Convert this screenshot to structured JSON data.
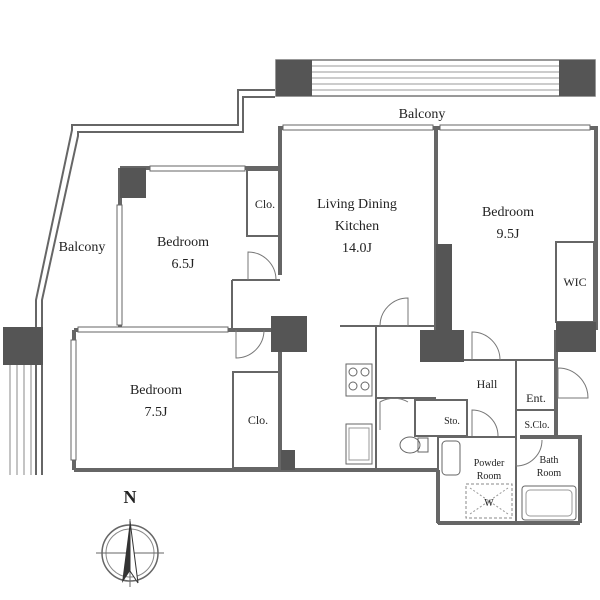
{
  "floor_plan": {
    "rooms": {
      "balcony_top": "Balcony",
      "balcony_left": "Balcony",
      "bedroom_nw_name": "Bedroom",
      "bedroom_nw_size": "6.5J",
      "closet_nw": "Clo.",
      "ldk_line1": "Living Dining",
      "ldk_line2": "Kitchen",
      "ldk_size": "14.0J",
      "bedroom_ne_name": "Bedroom",
      "bedroom_ne_size": "9.5J",
      "wic": "WIC",
      "bedroom_sw_name": "Bedroom",
      "bedroom_sw_size": "7.5J",
      "closet_sw": "Clo.",
      "hall": "Hall",
      "storage": "Sto.",
      "entrance": "Ent.",
      "shoe_closet": "S.Clo.",
      "powder_line1": "Powder",
      "powder_line2": "Room",
      "washer": "W",
      "bath_line1": "Bath",
      "bath_line2": "Room"
    },
    "compass": {
      "north": "N"
    }
  }
}
